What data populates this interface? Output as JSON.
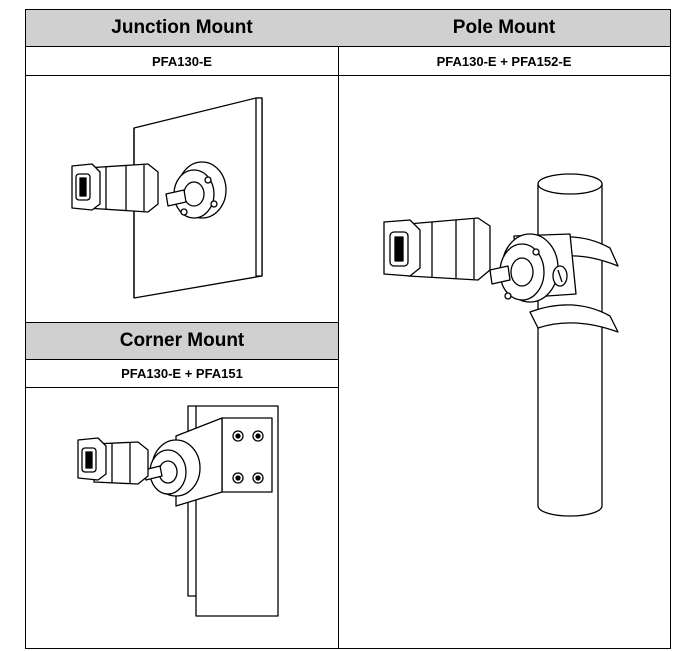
{
  "junction": {
    "title": "Junction Mount",
    "model": "PFA130-E"
  },
  "pole": {
    "title": "Pole Mount",
    "model": "PFA130-E + PFA152-E"
  },
  "corner": {
    "title": "Corner Mount",
    "model": "PFA130-E + PFA151"
  },
  "colors": {
    "header_bg": "#d0d0d0",
    "line": "#000000"
  },
  "icons": [
    "bullet-camera-icon",
    "junction-box-icon",
    "wall-plate-icon",
    "pole-icon",
    "corner-bracket-icon",
    "pole-band-icon"
  ]
}
